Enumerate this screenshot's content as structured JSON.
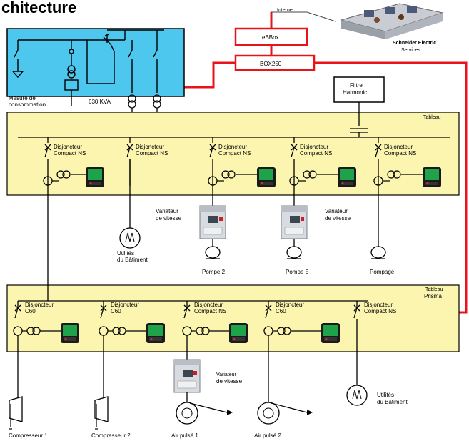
{
  "title": "chitecture",
  "top": {
    "internet": "Internet",
    "ebox": "eBBox",
    "box2": "BOX250",
    "service_name": "Schneider Electric",
    "service_sub": "Services"
  },
  "hv": {
    "mesure1": "Mesure de",
    "mesure2": "consommation",
    "kva": "630 KVA"
  },
  "filtre": {
    "l1": "Filtre",
    "l2": "Harmonic"
  },
  "tableau1": {
    "label": "Tableau"
  },
  "tableau2": {
    "label1": "Tableau",
    "label2": "Prisma"
  },
  "breakers1": [
    {
      "l1": "Disjoncteur",
      "l2": "Compact NS"
    },
    {
      "l1": "Disjoncteur",
      "l2": "Compact NS"
    },
    {
      "l1": "Disjoncteur",
      "l2": "Compact NS"
    },
    {
      "l1": "Disjoncteur",
      "l2": "Compact NS"
    },
    {
      "l1": "Disjoncteur",
      "l2": "Compact NS"
    }
  ],
  "breakers2": [
    {
      "l1": "Disjoncteur",
      "l2": "C60"
    },
    {
      "l1": "Disjoncteur",
      "l2": "C60"
    },
    {
      "l1": "Disjoncteur",
      "l2": "Compact NS"
    },
    {
      "l1": "Disjoncteur",
      "l2": "C60"
    },
    {
      "l1": "Disjoncteur",
      "l2": "Compact NS"
    }
  ],
  "variateur": {
    "l1": "Variateur",
    "l2": "de vitesse"
  },
  "utilites": {
    "l1": "Utilités",
    "l2": "du Bâtiment"
  },
  "loads": {
    "pompe2": "Pompe 2",
    "pompe5": "Pompe 5",
    "pompage": "Pompage",
    "comp1": "Compresseur 1",
    "comp2": "Compresseur 2",
    "air1": "Air pulsé 1",
    "air2": "Air pulsé 2"
  },
  "colors": {
    "panel_yellow": "#fbf5b0",
    "hv_blue": "#4ec7ee",
    "network_red": "#e8141c",
    "meter_green": "#1fa34a"
  }
}
